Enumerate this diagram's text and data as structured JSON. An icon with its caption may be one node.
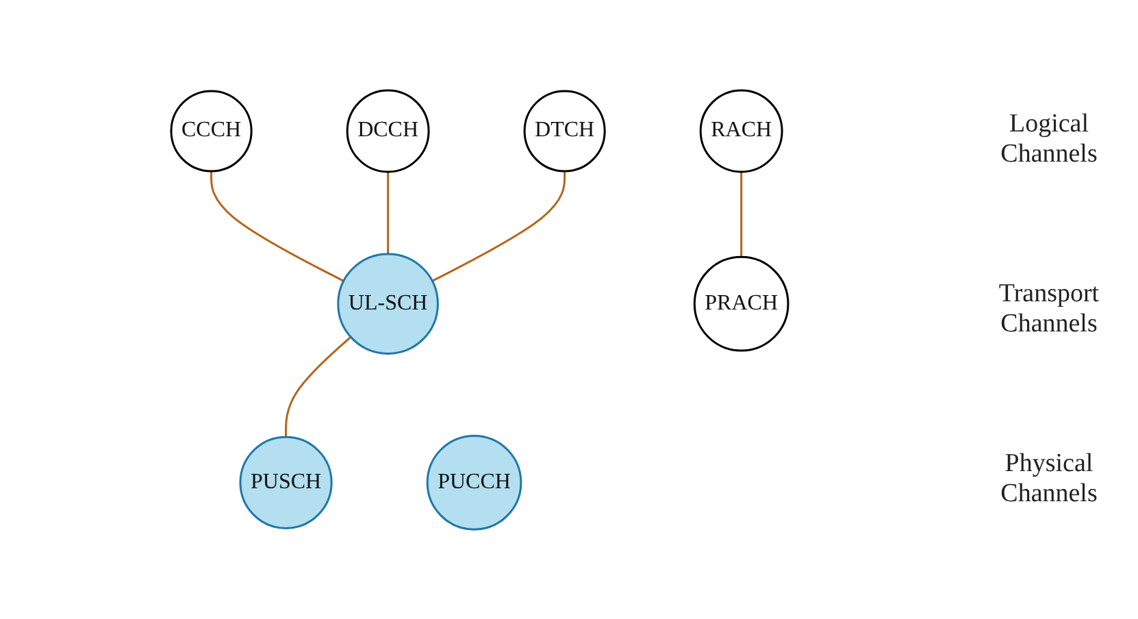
{
  "diagram": {
    "nodes": [
      {
        "text": [
          "CCCH"
        ]
      },
      {
        "text": [
          "DCCH"
        ]
      },
      {
        "text": [
          "DTCH"
        ]
      },
      {
        "text": [
          "RACH"
        ]
      },
      {
        "text": [
          "UL-SCH"
        ]
      },
      {
        "text": [
          "PRACH"
        ]
      },
      {
        "text": [
          "PUSCH"
        ]
      },
      {
        "text": [
          "PUCCH"
        ]
      }
    ],
    "edges": [
      {
        "from": 0,
        "to": 4,
        "arrow": "none"
      },
      {
        "from": 1,
        "to": 4,
        "arrow": "none"
      },
      {
        "from": 2,
        "to": 4,
        "arrow": "none"
      },
      {
        "from": 3,
        "to": 5,
        "arrow": "none"
      },
      {
        "from": 4,
        "to": 6,
        "arrow": "none"
      }
    ],
    "labels": [
      "Logical Channels",
      "Transport Channels",
      "Physical Channels"
    ]
  }
}
